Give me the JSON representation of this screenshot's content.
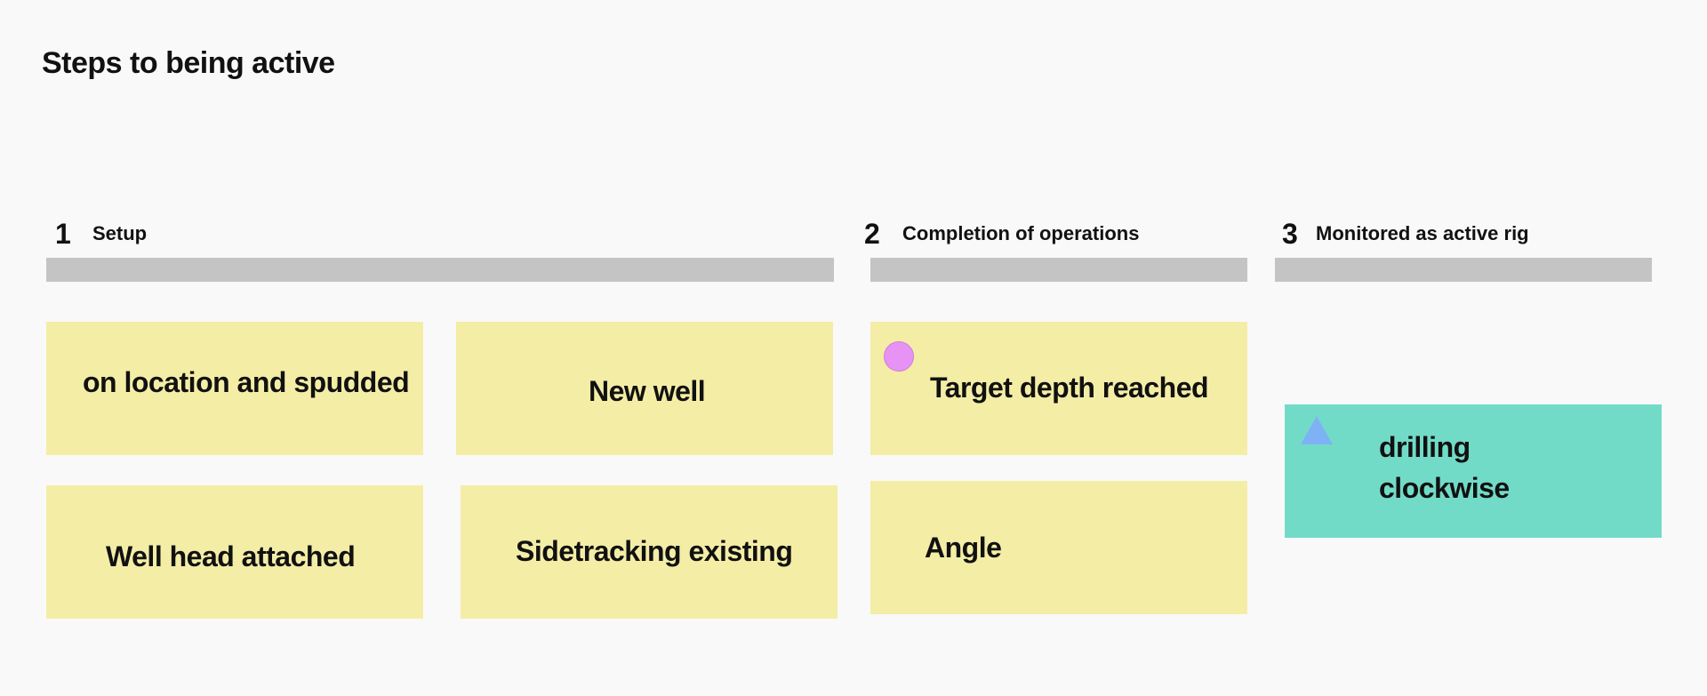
{
  "title": "Steps to being active",
  "columns": [
    {
      "number": "1",
      "label": "Setup"
    },
    {
      "number": "2",
      "label": "Completion of operations"
    },
    {
      "number": "3",
      "label": "Monitored as active rig"
    }
  ],
  "stickies": {
    "on_location": "on location and spudded",
    "new_well": "New well",
    "well_head": "Well head attached",
    "sidetracking": "Sidetracking existing",
    "target_depth": "Target depth reached",
    "angle": "Angle",
    "drilling_line1": "drilling",
    "drilling_line2": "clockwise"
  },
  "icons": {
    "target_depth_marker": "circle-icon",
    "drilling_marker": "triangle-icon"
  },
  "colors": {
    "sticky_yellow": "#f4eda6",
    "sticky_green": "#72dbc8",
    "bar_gray": "#c4c4c4",
    "circle_pink": "#e792f5",
    "triangle_blue": "#7fb2f5"
  }
}
